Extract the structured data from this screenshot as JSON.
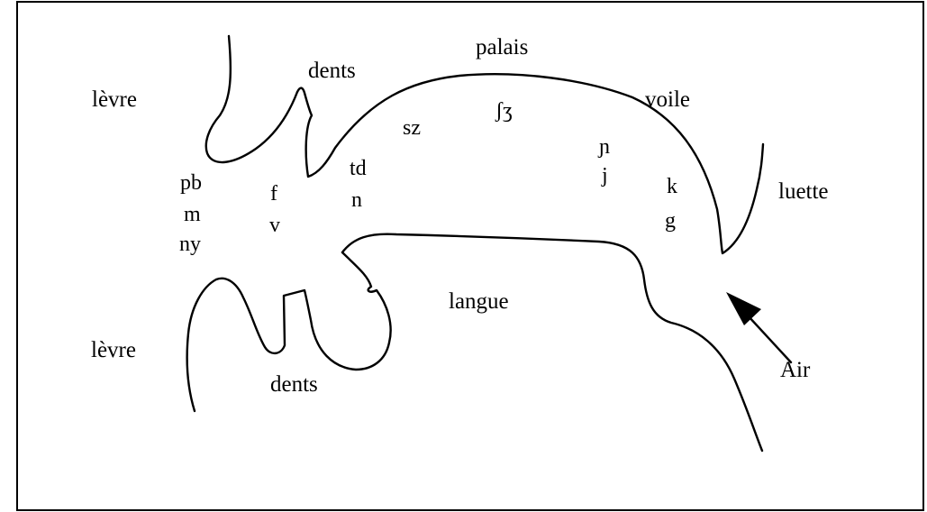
{
  "labels": {
    "levre_top": "lèvre",
    "levre_bottom": "lèvre",
    "dents_top": "dents",
    "dents_bottom": "dents",
    "palais": "palais",
    "voile": "voile",
    "luette": "luette",
    "langue": "langue",
    "air": "Air"
  },
  "phonemes": {
    "labial": [
      "pb",
      "m",
      "ny"
    ],
    "labiodental": [
      "f",
      "v"
    ],
    "dental": [
      "td",
      "n"
    ],
    "alveolar": [
      "sz"
    ],
    "postalveolar": [
      "ʃʒ"
    ],
    "palatal": [
      "ɲ",
      "j"
    ],
    "velar": [
      "k",
      "g"
    ]
  }
}
